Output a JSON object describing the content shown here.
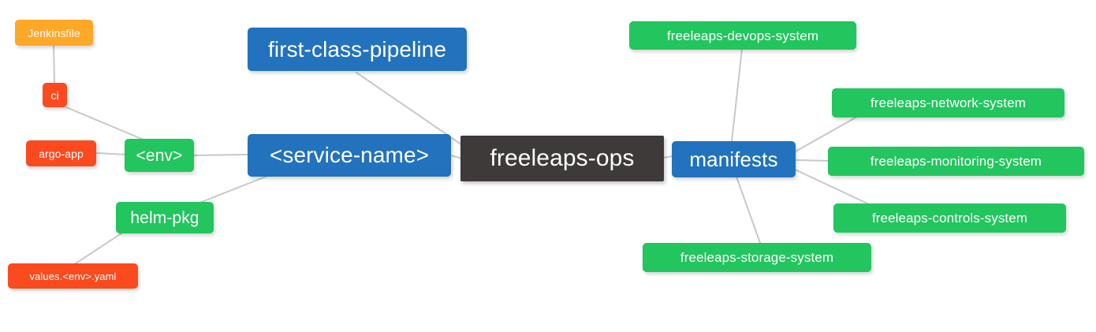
{
  "diagram": {
    "type": "mindmap",
    "title": "freeleaps-ops",
    "background_color": "#FFFFFF",
    "edge_color": "#C8C8C8",
    "edge_width": 2,
    "palette": {
      "root": "#3E3A39",
      "blue": "#2272BE",
      "green": "#22C55E",
      "orange": "#FFA726",
      "red": "#FB4A1E",
      "text": "#FFFFFF"
    }
  },
  "nodes": {
    "root": {
      "label": "freeleaps-ops",
      "color": "#3E3A39"
    },
    "first_class_pipeline": {
      "label": "first-class-pipeline",
      "color": "#2272BE"
    },
    "service_name": {
      "label": "<service-name>",
      "color": "#2272BE"
    },
    "manifests": {
      "label": "manifests",
      "color": "#2272BE"
    },
    "env": {
      "label": "<env>",
      "color": "#22C55E"
    },
    "ci": {
      "label": "ci",
      "color": "#FB4A1E"
    },
    "jenkinsfile": {
      "label": "Jenkinsfile",
      "color": "#FFA726"
    },
    "argo_app": {
      "label": "argo-app",
      "color": "#FB4A1E"
    },
    "helm_pkg": {
      "label": "helm-pkg",
      "color": "#22C55E"
    },
    "values_yaml": {
      "label": "values.<env>.yaml",
      "color": "#FB4A1E"
    },
    "devops_system": {
      "label": "freeleaps-devops-system",
      "color": "#22C55E"
    },
    "network_system": {
      "label": "freeleaps-network-system",
      "color": "#22C55E"
    },
    "monitoring_system": {
      "label": "freeleaps-monitoring-system",
      "color": "#22C55E"
    },
    "controls_system": {
      "label": "freeleaps-controls-system",
      "color": "#22C55E"
    },
    "storage_system": {
      "label": "freeleaps-storage-system",
      "color": "#22C55E"
    }
  },
  "edges": [
    {
      "from": "root",
      "to": "service_name"
    },
    {
      "from": "root",
      "to": "first_class_pipeline"
    },
    {
      "from": "root",
      "to": "manifests"
    },
    {
      "from": "service_name",
      "to": "env"
    },
    {
      "from": "service_name",
      "to": "helm_pkg"
    },
    {
      "from": "env",
      "to": "ci"
    },
    {
      "from": "env",
      "to": "argo_app"
    },
    {
      "from": "ci",
      "to": "jenkinsfile"
    },
    {
      "from": "helm_pkg",
      "to": "values_yaml"
    },
    {
      "from": "manifests",
      "to": "devops_system"
    },
    {
      "from": "manifests",
      "to": "network_system"
    },
    {
      "from": "manifests",
      "to": "monitoring_system"
    },
    {
      "from": "manifests",
      "to": "controls_system"
    },
    {
      "from": "manifests",
      "to": "storage_system"
    }
  ]
}
